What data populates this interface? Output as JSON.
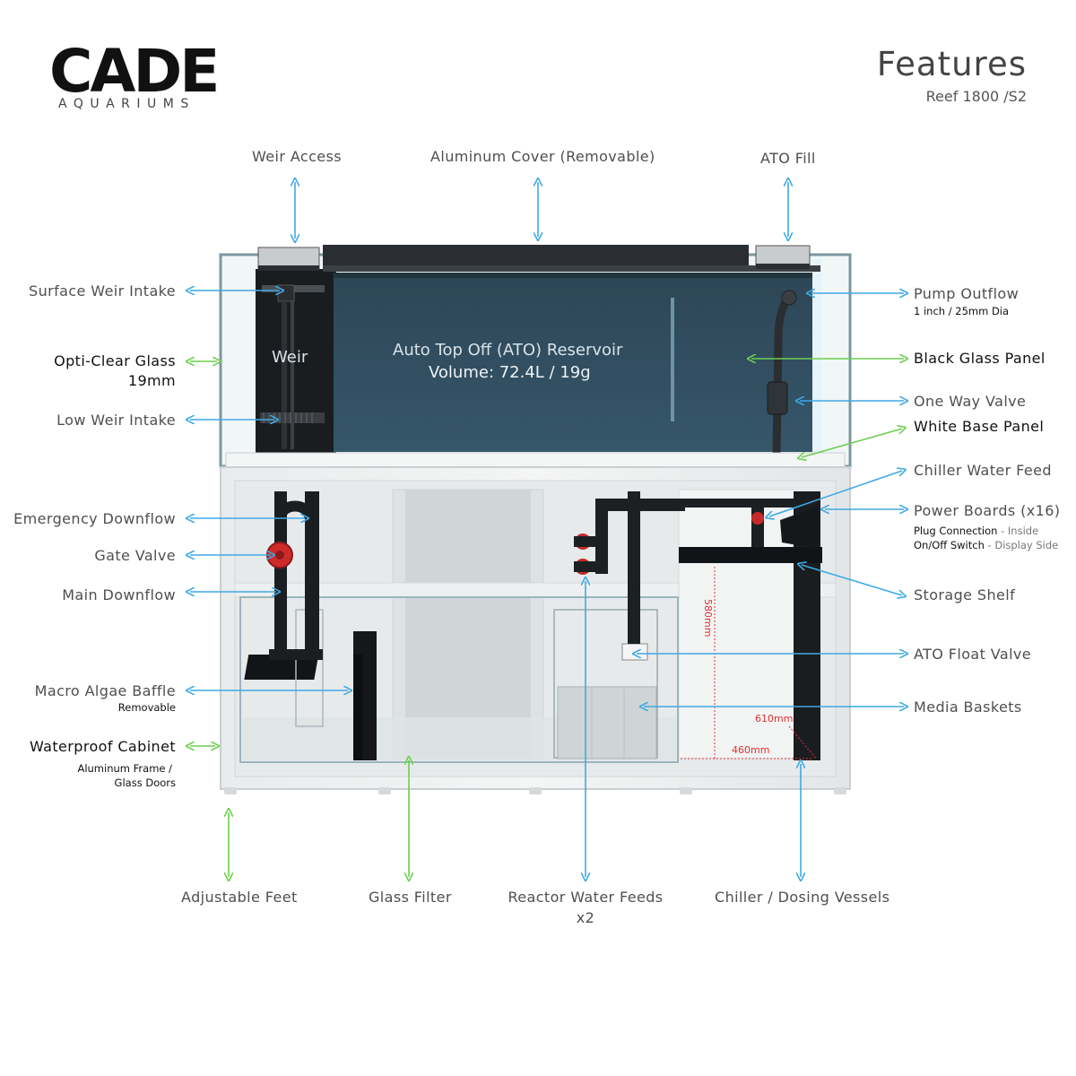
{
  "brand": {
    "logo_text": "CADE",
    "logo_sub": "AQUARIUMS"
  },
  "header": {
    "title": "Features",
    "subtitle": "Reef 1800 /S2"
  },
  "tank": {
    "weir_label": "Weir",
    "reservoir_title": "Auto Top Off (ATO) Reservoir",
    "reservoir_volume": "Volume: 72.4L / 19g"
  },
  "dimensions": {
    "height": "580mm",
    "width": "610mm",
    "depth": "460mm"
  },
  "top_labels": {
    "weir_access": "Weir Access",
    "aluminum_cover": "Aluminum Cover (Removable)",
    "ato_fill": "ATO Fill"
  },
  "left_labels": {
    "surface_weir_intake": "Surface Weir Intake",
    "opti_clear_glass": "Opti-Clear Glass",
    "opti_clear_glass_thickness": "19mm",
    "low_weir_intake": "Low Weir Intake",
    "emergency_downflow": "Emergency Downflow",
    "gate_valve": "Gate Valve",
    "main_downflow": "Main Downflow",
    "macro_algae_baffle": "Macro Algae Baffle",
    "macro_algae_baffle_note": "Removable",
    "waterproof_cabinet": "Waterproof Cabinet",
    "waterproof_cabinet_note1": "Aluminum Frame /",
    "waterproof_cabinet_note2": "Glass Doors"
  },
  "right_labels": {
    "pump_outflow": "Pump Outflow",
    "pump_outflow_note": "1 inch / 25mm Dia",
    "black_glass_panel": "Black Glass Panel",
    "one_way_valve": "One Way Valve",
    "white_base_panel": "White Base Panel",
    "chiller_water_feed": "Chiller Water Feed",
    "power_boards": "Power Boards (x16)",
    "plug_connection": "Plug Connection",
    "plug_connection_note": " - Inside",
    "on_off_switch": "On/Off Switch",
    "on_off_switch_note": " - Display Side",
    "storage_shelf": "Storage Shelf",
    "ato_float_valve": "ATO Float Valve",
    "media_baskets": "Media Baskets"
  },
  "bottom_labels": {
    "adjustable_feet": "Adjustable Feet",
    "glass_filter": "Glass Filter",
    "reactor_water_feeds": "Reactor Water Feeds",
    "reactor_water_feeds_qty": "x2",
    "chiller_dosing_vessels": "Chiller / Dosing Vessels"
  },
  "colors": {
    "blue_arrow": "#3fa9e6",
    "green_arrow": "#6ccf4f",
    "tank_water": "#2f4a5a",
    "dimension_red": "#e03030"
  }
}
